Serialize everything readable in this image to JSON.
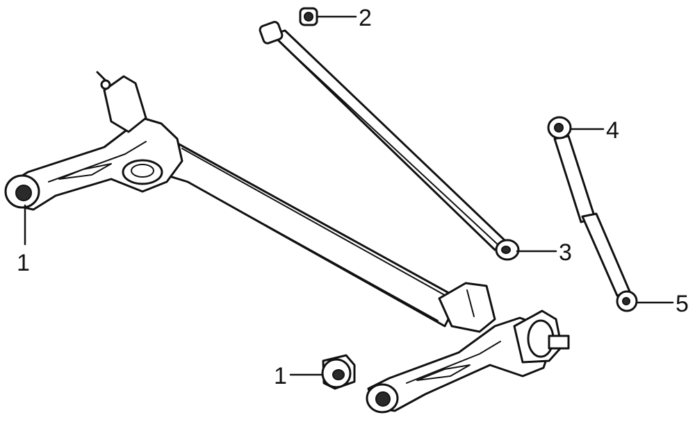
{
  "callouts": [
    {
      "id": "c1a",
      "text": "1"
    },
    {
      "id": "c2",
      "text": "2"
    },
    {
      "id": "c3",
      "text": "3"
    },
    {
      "id": "c4",
      "text": "4"
    },
    {
      "id": "c5",
      "text": "5"
    },
    {
      "id": "c1b",
      "text": "1"
    }
  ],
  "colors": {
    "line": "#111111",
    "background": "#ffffff"
  }
}
